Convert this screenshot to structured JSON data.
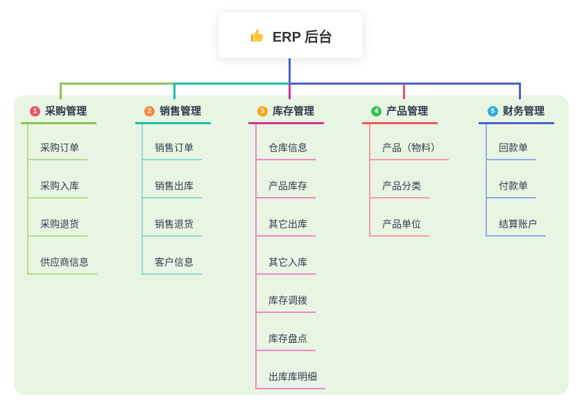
{
  "root": {
    "title": "ERP 后台",
    "icon": "thumbs-up-icon"
  },
  "panel": {
    "background": "#E8F5E2"
  },
  "connector": {
    "trunk_color": "#4B5EC9"
  },
  "branches": [
    {
      "number": "1",
      "label": "采购管理",
      "colors": {
        "badge": "#EC5565",
        "line": "#8CC152",
        "child_line": "#B5DA8C"
      },
      "children": [
        "采购订单",
        "采购入库",
        "采购退货",
        "供应商信息"
      ]
    },
    {
      "number": "2",
      "label": "销售管理",
      "colors": {
        "badge": "#F8873C",
        "line": "#17BDAD",
        "child_line": "#8BD9CF"
      },
      "children": [
        "销售订单",
        "销售出库",
        "销售退货",
        "客户信息"
      ]
    },
    {
      "number": "3",
      "label": "库存管理",
      "colors": {
        "badge": "#F9A51A",
        "line": "#D63092",
        "child_line": "#EF87C6"
      },
      "children": [
        "仓库信息",
        "产品库存",
        "其它出库",
        "其它入库",
        "库存调拨",
        "库存盘点",
        "出库库明细"
      ]
    },
    {
      "number": "4",
      "label": "产品管理",
      "colors": {
        "badge": "#35C15F",
        "line": "#F4525D",
        "child_line": "#F9999F"
      },
      "children": [
        "产品（物料）",
        "产品分类",
        "产品单位"
      ]
    },
    {
      "number": "5",
      "label": "财务管理",
      "colors": {
        "badge": "#2CA9E1",
        "line": "#4B5EC9",
        "child_line": "#97A8EA"
      },
      "children": [
        "回款单",
        "付款单",
        "结算账户"
      ]
    }
  ]
}
